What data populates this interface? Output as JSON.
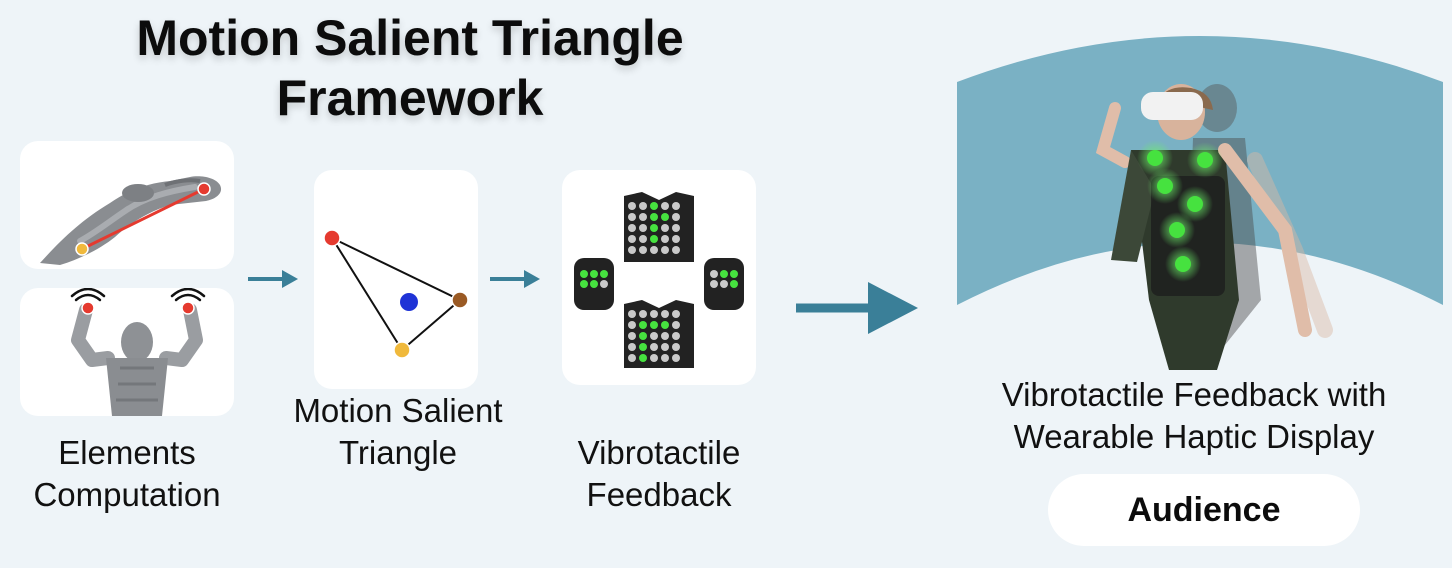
{
  "title": {
    "line1": "Motion Salient Triangle",
    "line2": "Framework"
  },
  "steps": [
    {
      "line1": "Elements",
      "line2": "Computation"
    },
    {
      "line1": "Motion Salient",
      "line2": "Triangle"
    },
    {
      "line1": "Vibrotactile",
      "line2": "Feedback"
    }
  ],
  "result": {
    "line1": "Vibrotactile Feedback with",
    "line2": "Wearable Haptic Display",
    "badge": "Audience"
  },
  "colors": {
    "arrow": "#3a7f98",
    "screen": "#7ab1c4",
    "red_dot": "#e53a2f",
    "yellow_dot": "#f0b93c",
    "blue_dot": "#1f33d6",
    "brown_dot": "#9a5a24",
    "haptic_green": "#46e23f"
  }
}
